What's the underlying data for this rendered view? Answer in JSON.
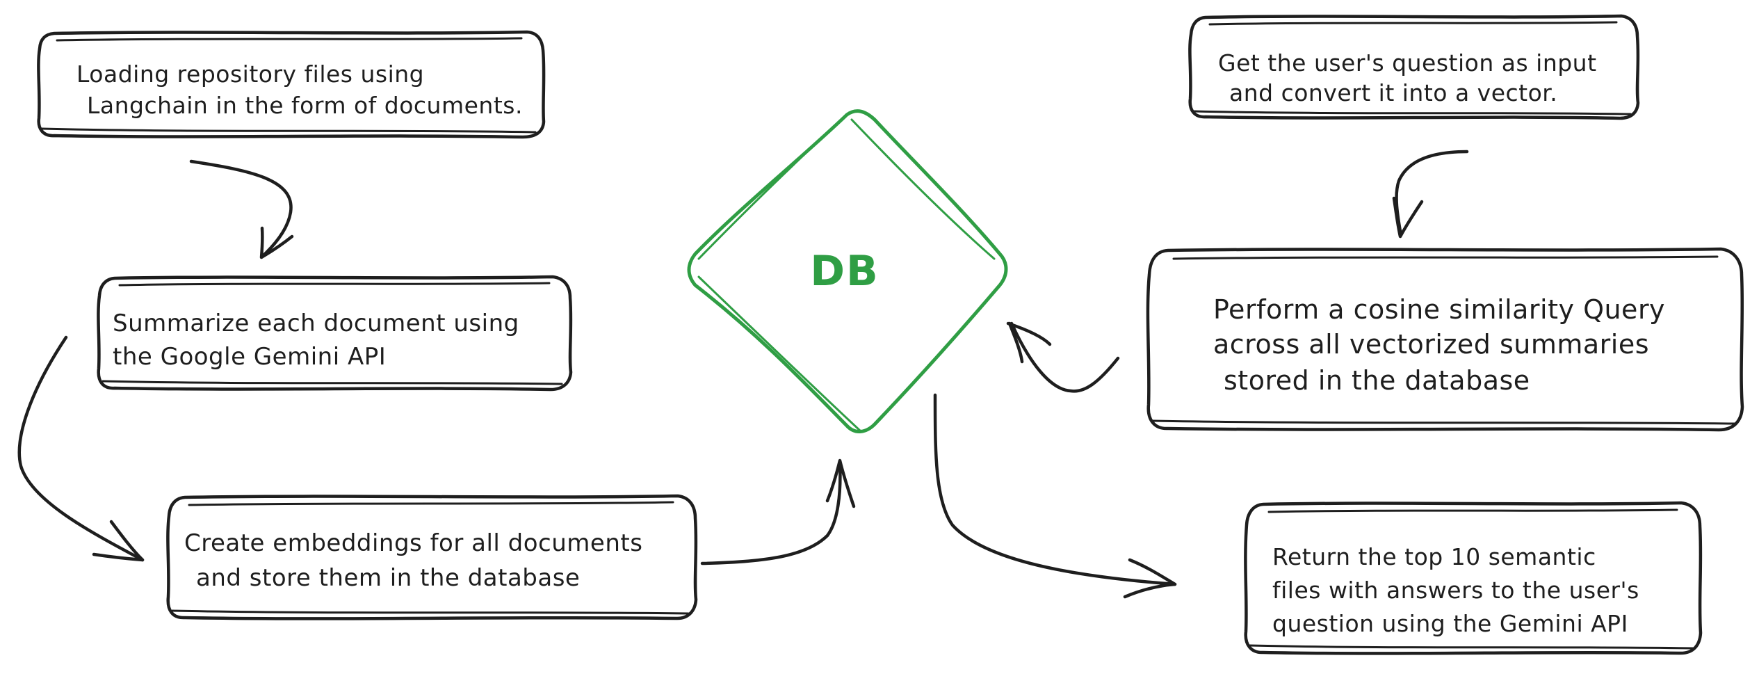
{
  "colors": {
    "ink": "#1e1e1e",
    "db_accent": "#2f9e44",
    "background": "#ffffff"
  },
  "nodes": {
    "load_docs": {
      "lines": [
        "Loading repository files using",
        "Langchain in the form of documents."
      ]
    },
    "summarize": {
      "lines": [
        "Summarize each document using",
        "the Google Gemini API"
      ]
    },
    "embeddings": {
      "lines": [
        "Create embeddings for all documents",
        "and store them in the database"
      ]
    },
    "db": {
      "label": "DB"
    },
    "user_question": {
      "lines": [
        "Get the user's question as input",
        "and convert it into a vector."
      ]
    },
    "cosine_query": {
      "lines": [
        "Perform a cosine similarity Query",
        "across all vectorized summaries",
        "stored in the database"
      ]
    },
    "return_results": {
      "lines": [
        "Return the top 10 semantic",
        "files with answers to the user's",
        "question using the Gemini API"
      ]
    }
  }
}
